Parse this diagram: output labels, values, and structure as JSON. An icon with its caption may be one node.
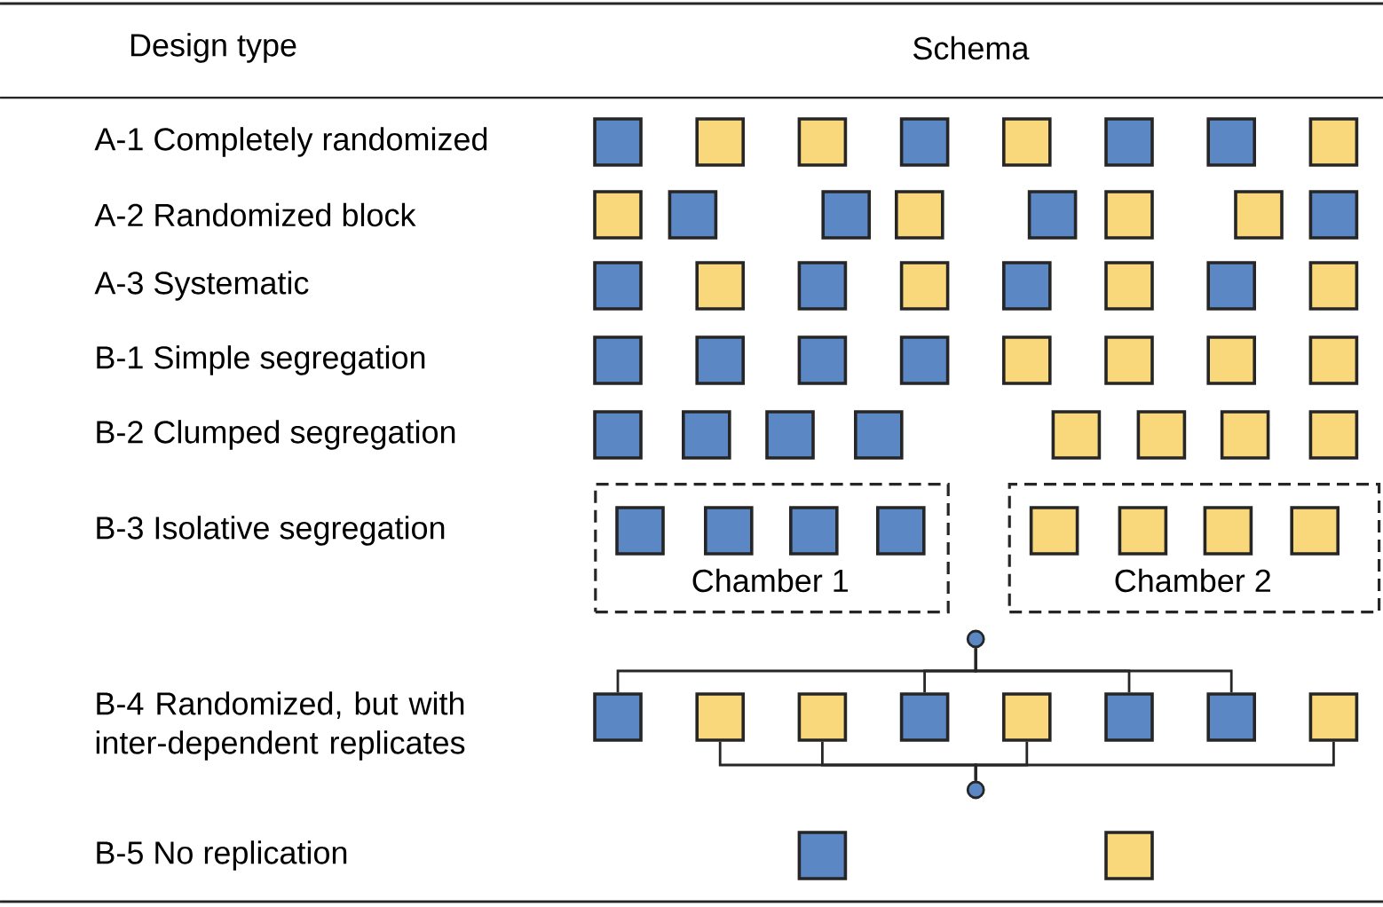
{
  "diagram": {
    "nodes": [
      {
        "text": [],
        "shape": "box"
      },
      {
        "text": [],
        "shape": "box"
      },
      {
        "text": [],
        "shape": "box"
      },
      {
        "text": [],
        "shape": "box"
      },
      {
        "text": [],
        "shape": "box"
      },
      {
        "text": [],
        "shape": "box"
      },
      {
        "text": [],
        "shape": "box"
      },
      {
        "text": [],
        "shape": "box"
      },
      {
        "text": [],
        "shape": "box"
      },
      {
        "text": [],
        "shape": "box"
      },
      {
        "text": [],
        "shape": "box"
      },
      {
        "text": [],
        "shape": "box"
      },
      {
        "text": [],
        "shape": "box"
      },
      {
        "text": [],
        "shape": "box"
      },
      {
        "text": [],
        "shape": "box"
      },
      {
        "text": [],
        "shape": "box"
      },
      {
        "text": [],
        "shape": "box"
      },
      {
        "text": [],
        "shape": "box"
      },
      {
        "text": [],
        "shape": "box"
      },
      {
        "text": [],
        "shape": "box"
      },
      {
        "text": [],
        "shape": "box"
      },
      {
        "text": [],
        "shape": "box"
      },
      {
        "text": [],
        "shape": "box"
      },
      {
        "text": [],
        "shape": "box"
      },
      {
        "text": [],
        "shape": "box"
      },
      {
        "text": [],
        "shape": "box"
      },
      {
        "text": [],
        "shape": "box"
      },
      {
        "text": [],
        "shape": "box"
      },
      {
        "text": [],
        "shape": "box"
      },
      {
        "text": [],
        "shape": "box"
      },
      {
        "text": [],
        "shape": "box"
      },
      {
        "text": [],
        "shape": "box"
      },
      {
        "text": [],
        "shape": "box"
      },
      {
        "text": [],
        "shape": "box"
      },
      {
        "text": [],
        "shape": "box"
      },
      {
        "text": [],
        "shape": "box"
      },
      {
        "text": [],
        "shape": "box"
      },
      {
        "text": [],
        "shape": "box"
      },
      {
        "text": [],
        "shape": "box"
      },
      {
        "text": [],
        "shape": "box"
      },
      {
        "text": [
          "Chamber 1"
        ]
      },
      {
        "text": [],
        "shape": "box",
        "in": 40
      },
      {
        "text": [],
        "shape": "box",
        "in": 40
      },
      {
        "text": [],
        "shape": "box",
        "in": 40
      },
      {
        "text": [],
        "shape": "box",
        "in": 40
      },
      {
        "text": [
          "Chamber 2"
        ]
      },
      {
        "text": [],
        "shape": "box",
        "in": 45
      },
      {
        "text": [],
        "shape": "box",
        "in": 45
      },
      {
        "text": [],
        "shape": "box",
        "in": 45
      },
      {
        "text": [],
        "shape": "box",
        "in": 45
      },
      {
        "text": [],
        "shape": "circle"
      },
      {
        "text": [],
        "shape": "box"
      },
      {
        "text": [],
        "shape": "box"
      },
      {
        "text": [],
        "shape": "box"
      },
      {
        "text": [],
        "shape": "box"
      },
      {
        "text": [],
        "shape": "box"
      },
      {
        "text": [],
        "shape": "box"
      },
      {
        "text": [],
        "shape": "box"
      },
      {
        "text": [],
        "shape": "box"
      },
      {
        "text": [],
        "shape": "circle"
      },
      {
        "text": [],
        "shape": "box"
      },
      {
        "text": [],
        "shape": "box"
      }
    ],
    "edges": [
      {
        "from": 50,
        "to": 51,
        "arrow": "none"
      },
      {
        "from": 50,
        "to": 54,
        "arrow": "none"
      },
      {
        "from": 50,
        "to": 56,
        "arrow": "none"
      },
      {
        "from": 50,
        "to": 57,
        "arrow": "none"
      },
      {
        "from": 59,
        "to": 52,
        "arrow": "none"
      },
      {
        "from": 59,
        "to": 53,
        "arrow": "none"
      },
      {
        "from": 59,
        "to": 55,
        "arrow": "none"
      },
      {
        "from": 59,
        "to": 58,
        "arrow": "none"
      }
    ],
    "labels": [
      "Design type",
      "Schema",
      "A-1 Completely randomized",
      "A-2 Randomized block",
      "A-3 Systematic",
      "B-1 Simple segregation",
      "B-2 Clumped segregation",
      "B-3 Isolative segregation",
      "B-4 Randomized, but with inter-dependent replicates",
      "B-5 No replication"
    ]
  }
}
